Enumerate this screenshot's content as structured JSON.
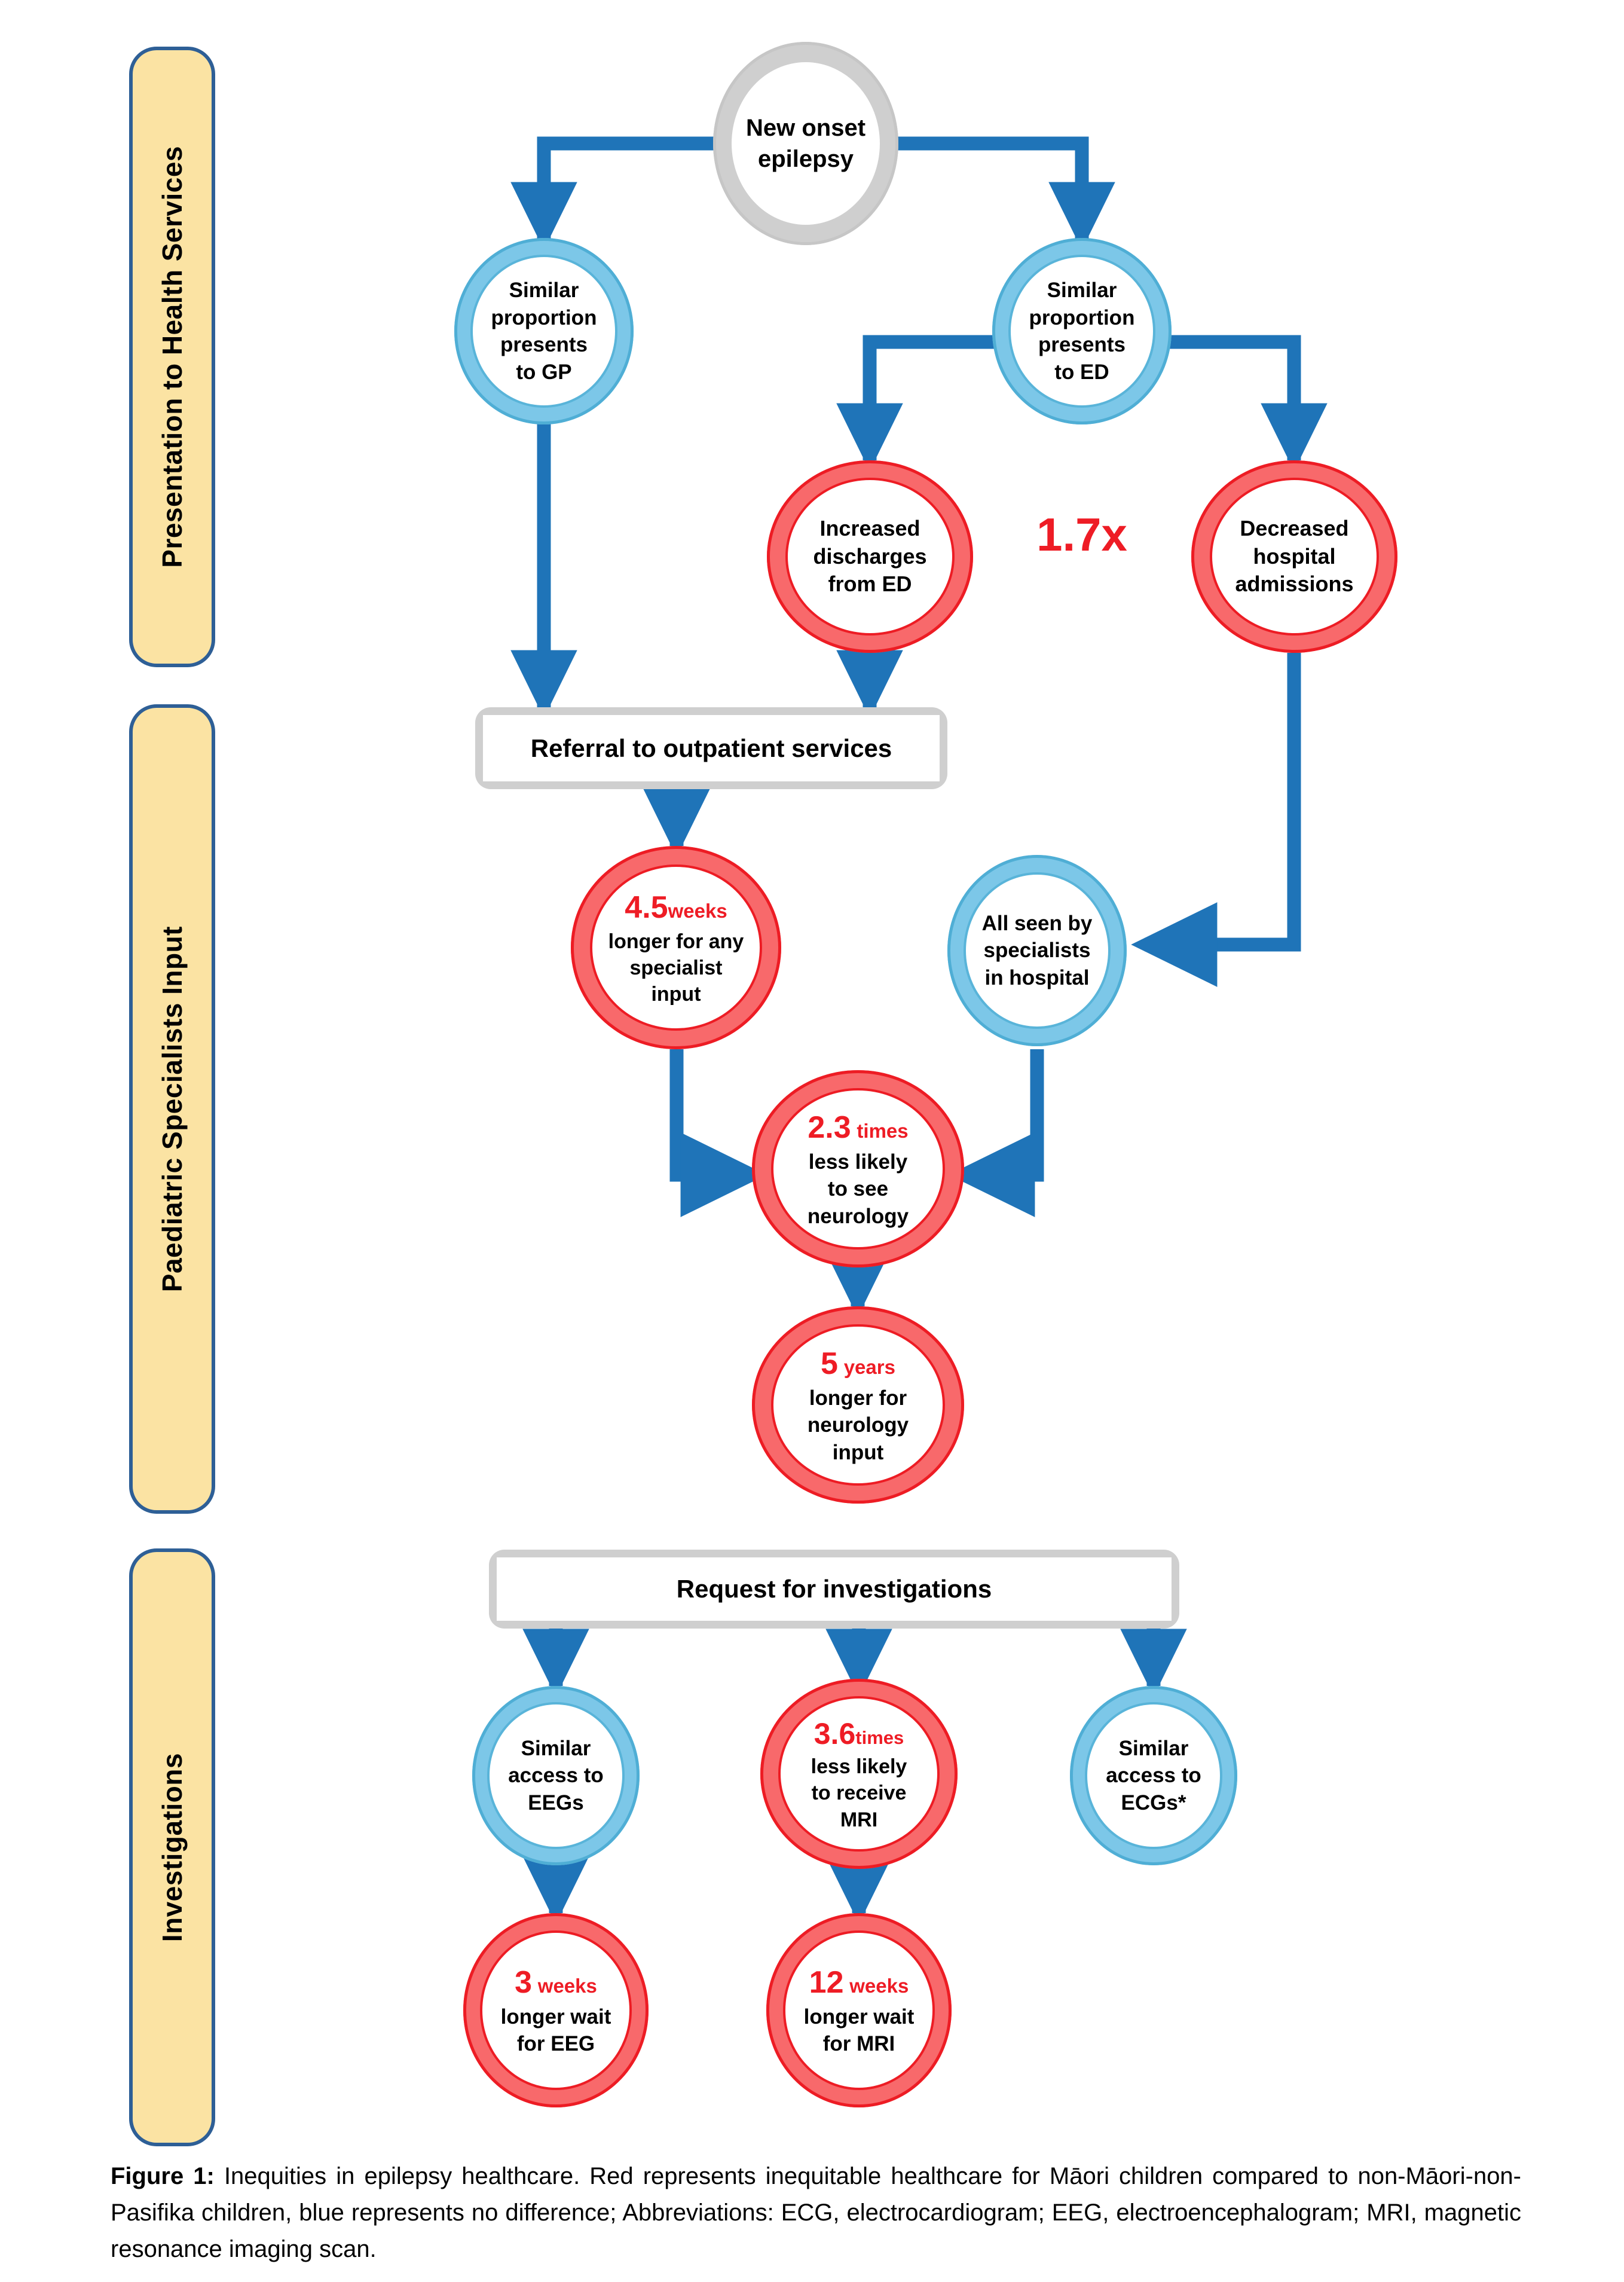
{
  "figure": {
    "caption_label": "Figure 1:",
    "caption_text": " Inequities in epilepsy healthcare. Red represents inequitable healthcare for Māori children compared to non-Māori-non-Pasifika children, blue represents no difference; Abbreviations: ECG, electrocardiogram; EEG, electroencephalogram; MRI, magnetic resonance imaging scan."
  },
  "colors": {
    "band_fill": "#FBE3A3",
    "band_border": "#2E5F96",
    "red_ring": "#F8696B",
    "red_outline": "#ED1C24",
    "red_text": "#EE1C25",
    "blue_ring": "#7CC7E8",
    "blue_outline": "#4FAED5",
    "grey": "#CFCFCF",
    "arrow_blue": "#1F74B8"
  },
  "bands": [
    {
      "label": "Presentation to Health Services"
    },
    {
      "label": "Paediatric Specialists Input"
    },
    {
      "label": "Investigations"
    }
  ],
  "nodes": {
    "new_onset": {
      "line1": "New onset",
      "line2": "epilepsy"
    },
    "gp": {
      "line1": "Similar",
      "line2": "proportion",
      "line3": "presents",
      "line4": "to GP"
    },
    "ed": {
      "line1": "Similar",
      "line2": "proportion",
      "line3": "presents",
      "line4": "to ED"
    },
    "discharges": {
      "line1": "Increased",
      "line2": "discharges",
      "line3": "from ED"
    },
    "admissions": {
      "line1": "Decreased",
      "line2": "hospital",
      "line3": "admissions"
    },
    "ratio_marker": {
      "value": "1.7x"
    },
    "referral_box": {
      "label": "Referral to outpatient services"
    },
    "specialist_wait": {
      "value": "4.5",
      "unit": "weeks",
      "line2": "longer for any",
      "line3": "specialist",
      "line4": "input"
    },
    "all_seen": {
      "line1": "All seen by",
      "line2": "specialists",
      "line3": "in hospital"
    },
    "neurology_likelihood": {
      "value": "2.3",
      "unit": "times",
      "line2": "less likely",
      "line3": "to see",
      "line4": "neurology"
    },
    "neurology_wait": {
      "value": "5",
      "unit": "years",
      "line2": "longer for",
      "line3": "neurology",
      "line4": "input"
    },
    "investigations_box": {
      "label": "Request for investigations"
    },
    "eeg_access": {
      "line1": "Similar",
      "line2": "access to",
      "line3": "EEGs"
    },
    "mri_likelihood": {
      "value": "3.6",
      "unit": "times",
      "line2": "less likely",
      "line3": "to receive",
      "line4": "MRI"
    },
    "ecg_access": {
      "line1": "Similar",
      "line2": "access to",
      "line3": "ECGs*"
    },
    "eeg_wait": {
      "value": "3",
      "unit": "weeks",
      "line2": "longer wait",
      "line3": "for EEG"
    },
    "mri_wait": {
      "value": "12",
      "unit": "weeks",
      "line2": "longer wait",
      "line3": "for MRI"
    }
  },
  "chart_data": {
    "type": "diagram",
    "title": "Inequities in epilepsy healthcare",
    "legend": [
      {
        "color": "#ED1C24",
        "meaning": "inequitable healthcare for Māori children compared to non-Māori-non-Pasifika children"
      },
      {
        "color": "#4FAED5",
        "meaning": "no difference"
      }
    ],
    "swimlanes": [
      "Presentation to Health Services",
      "Paediatric Specialists Input",
      "Investigations"
    ],
    "nodes": [
      {
        "id": "new_onset",
        "label": "New onset epilepsy",
        "style": "grey",
        "lane": 1
      },
      {
        "id": "gp",
        "label": "Similar proportion presents to GP",
        "style": "blue",
        "lane": 1
      },
      {
        "id": "ed",
        "label": "Similar proportion presents to ED",
        "style": "blue",
        "lane": 1
      },
      {
        "id": "discharges",
        "label": "Increased discharges from ED",
        "style": "red",
        "lane": 1
      },
      {
        "id": "admissions",
        "label": "Decreased hospital admissions",
        "style": "red",
        "lane": 1
      },
      {
        "id": "referral_box",
        "label": "Referral to outpatient services",
        "style": "process",
        "lane": 2
      },
      {
        "id": "specialist_wait",
        "label": "4.5 weeks longer for any specialist input",
        "style": "red",
        "lane": 2,
        "value": 4.5,
        "unit": "weeks"
      },
      {
        "id": "all_seen",
        "label": "All seen by specialists in hospital",
        "style": "blue",
        "lane": 2
      },
      {
        "id": "neurology_likelihood",
        "label": "2.3 times less likely to see neurology",
        "style": "red",
        "lane": 2,
        "value": 2.3,
        "unit": "times"
      },
      {
        "id": "neurology_wait",
        "label": "5 years longer for neurology input",
        "style": "red",
        "lane": 2,
        "value": 5,
        "unit": "years"
      },
      {
        "id": "investigations_box",
        "label": "Request for investigations",
        "style": "process",
        "lane": 3
      },
      {
        "id": "eeg_access",
        "label": "Similar access to EEGs",
        "style": "blue",
        "lane": 3
      },
      {
        "id": "mri_likelihood",
        "label": "3.6 times less likely to receive MRI",
        "style": "red",
        "lane": 3,
        "value": 3.6,
        "unit": "times"
      },
      {
        "id": "ecg_access",
        "label": "Similar access to ECGs*",
        "style": "blue",
        "lane": 3
      },
      {
        "id": "eeg_wait",
        "label": "3 weeks longer wait for EEG",
        "style": "red",
        "lane": 3,
        "value": 3,
        "unit": "weeks"
      },
      {
        "id": "mri_wait",
        "label": "12 weeks longer wait for MRI",
        "style": "red",
        "lane": 3,
        "value": 12,
        "unit": "weeks"
      }
    ],
    "annotations": [
      {
        "id": "ratio_marker",
        "text": "1.7x",
        "near": [
          "discharges",
          "admissions"
        ]
      }
    ],
    "edges": [
      [
        "new_onset",
        "gp"
      ],
      [
        "new_onset",
        "ed"
      ],
      [
        "ed",
        "discharges"
      ],
      [
        "ed",
        "admissions"
      ],
      [
        "gp",
        "referral_box"
      ],
      [
        "discharges",
        "referral_box"
      ],
      [
        "referral_box",
        "specialist_wait"
      ],
      [
        "admissions",
        "all_seen"
      ],
      [
        "specialist_wait",
        "neurology_likelihood"
      ],
      [
        "all_seen",
        "neurology_likelihood"
      ],
      [
        "neurology_likelihood",
        "neurology_wait"
      ],
      [
        "investigations_box",
        "eeg_access"
      ],
      [
        "investigations_box",
        "mri_likelihood"
      ],
      [
        "investigations_box",
        "ecg_access"
      ],
      [
        "eeg_access",
        "eeg_wait"
      ],
      [
        "mri_likelihood",
        "mri_wait"
      ]
    ]
  }
}
